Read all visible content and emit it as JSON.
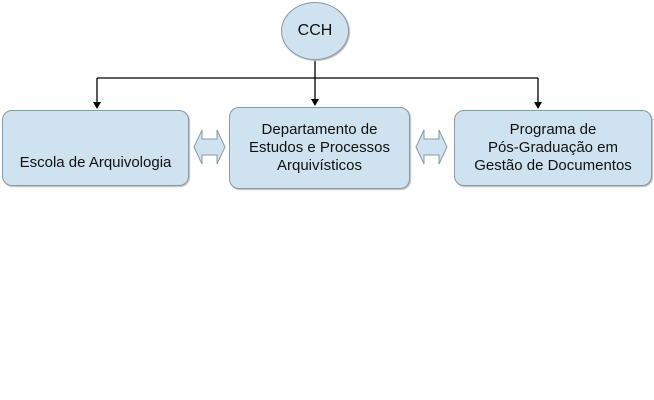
{
  "root": {
    "label": "CCH"
  },
  "children": [
    {
      "lines": [
        "Escola de Arquivologia"
      ]
    },
    {
      "lines": [
        "Departamento de",
        "Estudos e Processos",
        "Arquivísticos"
      ]
    },
    {
      "lines": [
        "Programa de",
        "Pós-Graduação em",
        "Gestão de Documentos"
      ]
    }
  ],
  "colors": {
    "fill": "#cfe2f0",
    "border": "#8a9aa6",
    "line": "#000000"
  }
}
